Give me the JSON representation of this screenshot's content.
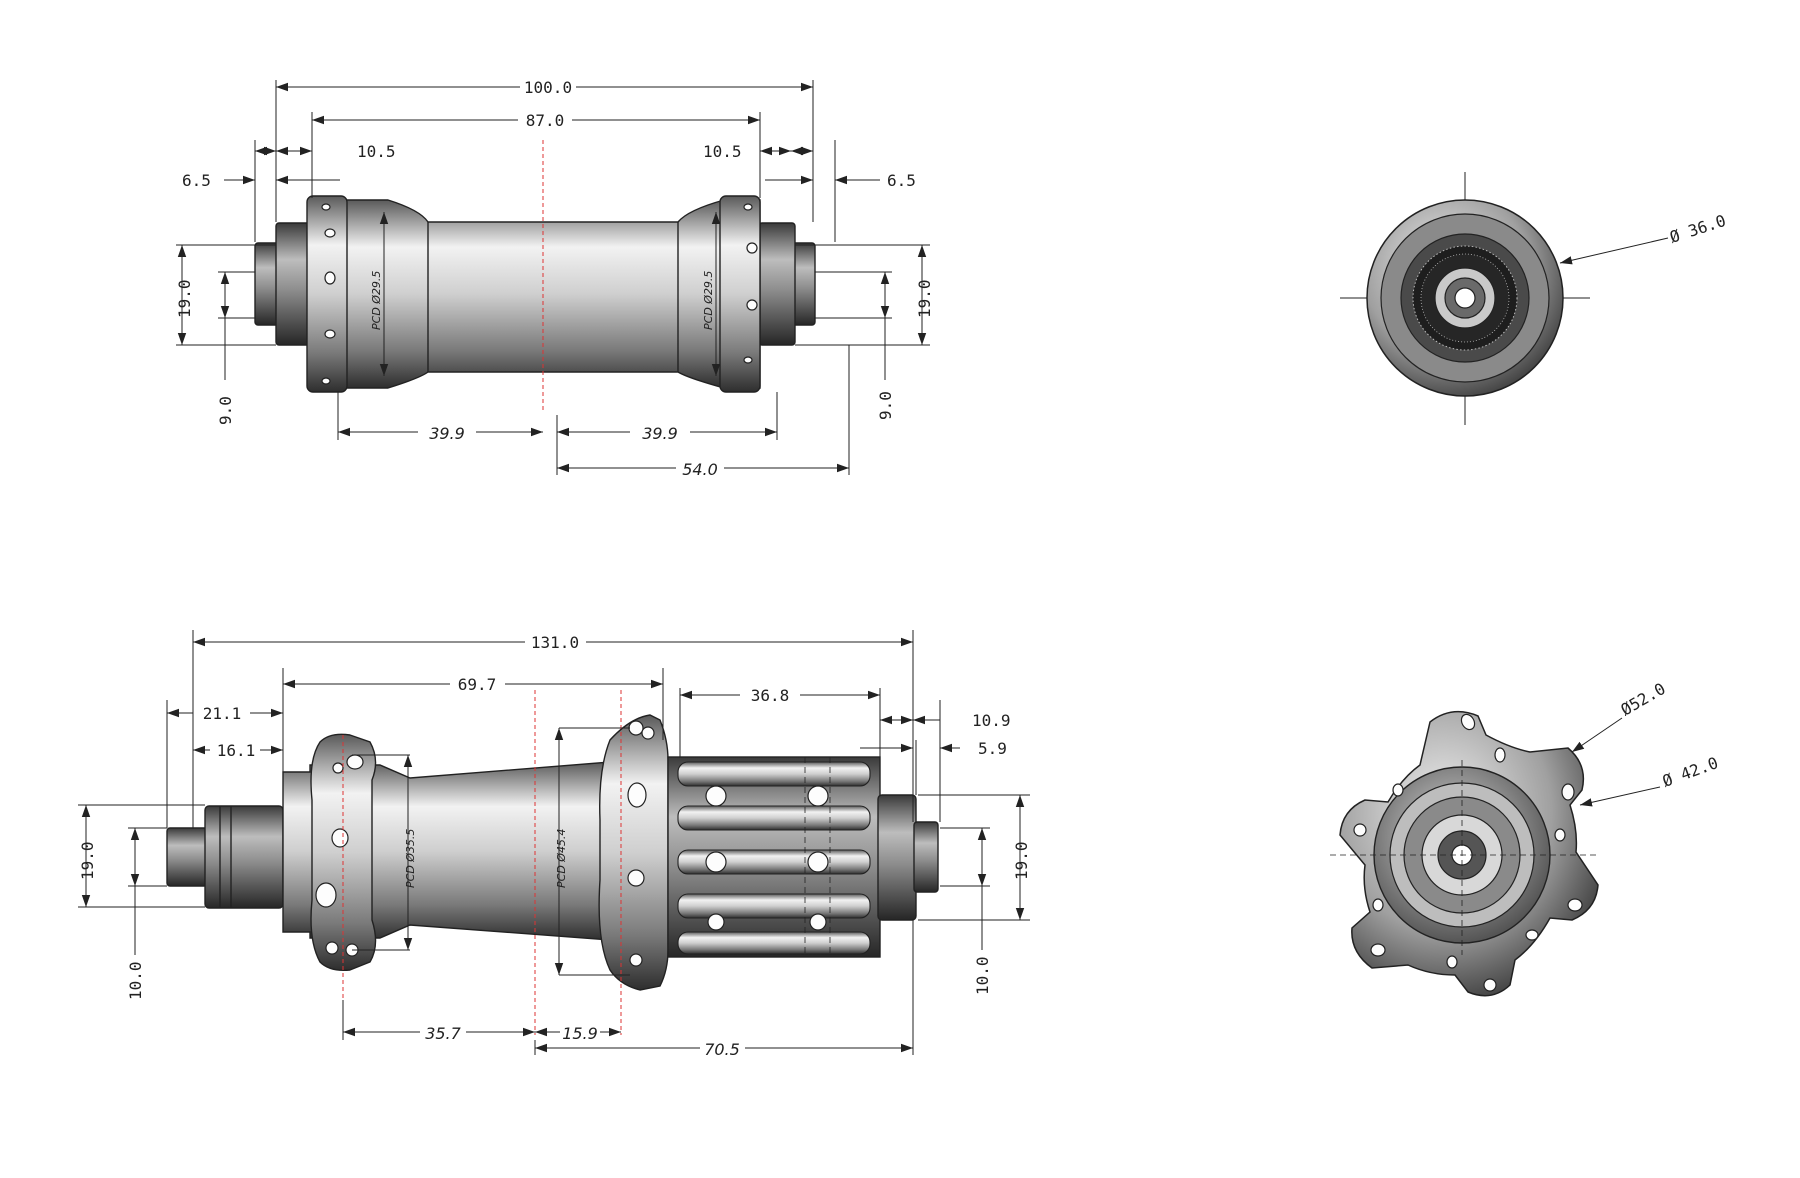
{
  "front_hub": {
    "dims": {
      "overall_width": "100.0",
      "flange_span": "87.0",
      "flange_offset_left": "10.5",
      "flange_offset_right": "10.5",
      "endcap_left": "6.5",
      "endcap_right": "6.5",
      "axle_od_left": "19.0",
      "axle_od_right": "19.0",
      "axle_id_left": "9.0",
      "axle_id_right": "9.0",
      "center_to_flange_left": "39.9",
      "center_to_flange_right": "39.9",
      "center_to_end": "54.0",
      "pcd_left": "PCD Ø29.5",
      "pcd_right": "PCD Ø29.5"
    },
    "end_view": {
      "diameter": "Ø 36.0"
    }
  },
  "rear_hub": {
    "dims": {
      "overall_width": "131.0",
      "flange_span": "69.7",
      "freehub_length": "36.8",
      "left_offset_outer": "21.1",
      "left_offset_inner": "16.1",
      "right_offset_outer": "10.9",
      "right_offset_inner": "5.9",
      "axle_od_left": "19.0",
      "axle_od_right": "19.0",
      "axle_id_left": "10.0",
      "axle_id_right": "10.0",
      "center_to_left_flange": "35.7",
      "center_to_right_flange": "15.9",
      "center_to_end": "70.5",
      "pcd_left": "PCD Ø35.5",
      "pcd_right": "PCD Ø45.4"
    },
    "end_view": {
      "outer_diameter": "Ø52.0",
      "inner_diameter": "Ø 42.0"
    }
  },
  "colors": {
    "line": "#222222",
    "centerline": "#dd3333",
    "metal_dark": "#3a3a3a",
    "metal_light": "#e8e8e8"
  }
}
